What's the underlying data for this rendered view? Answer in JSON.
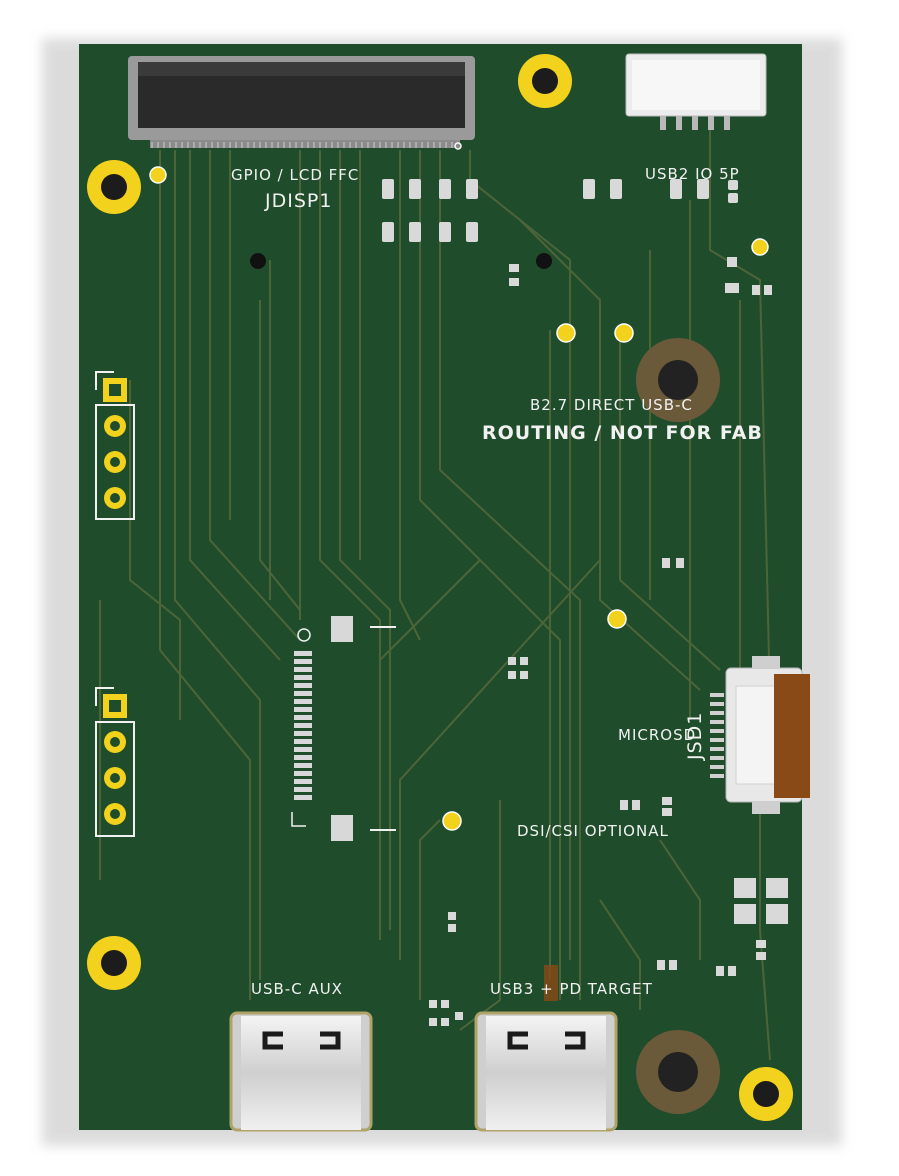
{
  "board": {
    "colors": {
      "soldermask": "#1f4d2c",
      "trace": "#5a6a3a",
      "silkscreen": "#f1f1f1",
      "gold": "#f2d21c",
      "connector": "#e9e9e9",
      "black": "#1b1b1b",
      "ribbon": "#8a4a17"
    },
    "silkscreen": {
      "gpio_lcd_ffc": "GPIO / LCD FFC",
      "jdisp1": "JDISP1",
      "usb2_io_5p": "USB2 IO 5P",
      "b27_direct": "B2.7 DIRECT USB-C",
      "routing_not_for_fab": "ROUTING / NOT FOR FAB",
      "microsd": "MICROSD",
      "jsd1": "JSD1",
      "dsi_csi_optional": "DSI/CSI OPTIONAL",
      "usb_c_aux": "USB-C AUX",
      "usb3_pd_target": "USB3 + PD TARGET"
    }
  }
}
